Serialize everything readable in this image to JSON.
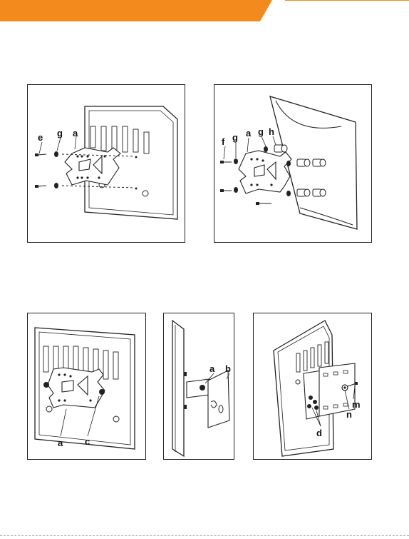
{
  "colors": {
    "header": "#F28A1E",
    "outline": "#222222"
  },
  "figure1": {
    "labels": {
      "e": "e",
      "g": "g",
      "a": "a"
    }
  },
  "figure2": {
    "labels": {
      "f": "f",
      "g": "g",
      "a": "a",
      "g2": "g",
      "h": "h"
    }
  },
  "figure3": {
    "labels": {
      "a": "a",
      "c": "c"
    }
  },
  "figure4": {
    "labels": {
      "a": "a",
      "b": "b"
    }
  },
  "figure5": {
    "labels": {
      "m": "m",
      "n": "n",
      "d": "d"
    }
  }
}
